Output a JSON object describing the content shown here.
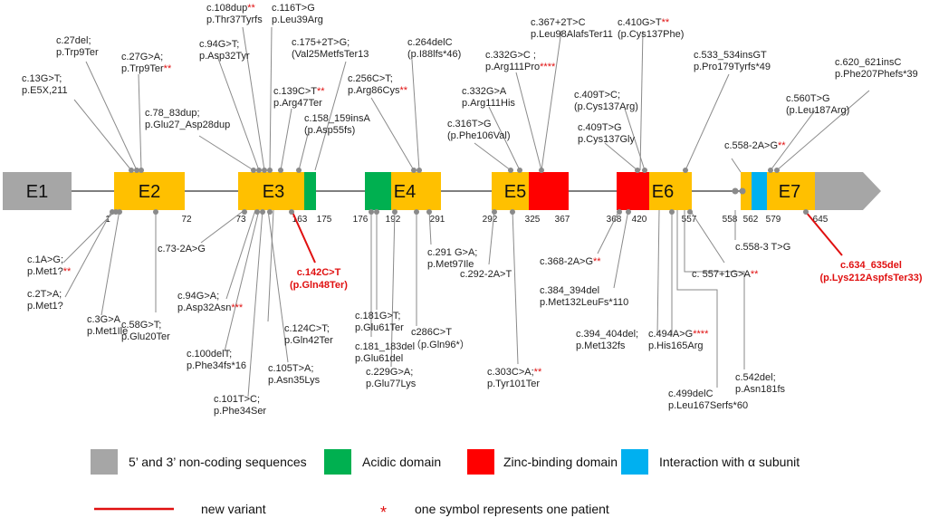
{
  "exons": [
    {
      "name": "E1"
    },
    {
      "name": "E2"
    },
    {
      "name": "E3"
    },
    {
      "name": "E4"
    },
    {
      "name": "E5"
    },
    {
      "name": "E6"
    },
    {
      "name": "E7"
    }
  ],
  "positions": [
    "1",
    "72",
    "73",
    "163",
    "175",
    "176",
    "192",
    "291",
    "292",
    "325",
    "367",
    "368",
    "420",
    "557",
    "558",
    "562",
    "579",
    "645"
  ],
  "variants_top": [
    {
      "l1": "c.13G>T;",
      "l2": "p.E5X,211",
      "s": ""
    },
    {
      "l1": "c.27del;",
      "l2": "p.Trp9Ter",
      "s": ""
    },
    {
      "l1": "c.27G>A;",
      "l2": "p.Trp9Ter",
      "s": "**"
    },
    {
      "l1": "c.78_83dup;",
      "l2": "p.Glu27_Asp28dup",
      "s": ""
    },
    {
      "l1": "c.94G>T;",
      "l2": "p.Asp32Tyr",
      "s": ""
    },
    {
      "l1": "c.108dup",
      "l2": "p.Thr37Tyrfs",
      "s": "**"
    },
    {
      "l1": "c.116T>G",
      "l2": "p.Leu39Arg",
      "s": ""
    },
    {
      "l1": "c.139C>T",
      "l2": "p.Arg47Ter",
      "s": "**"
    },
    {
      "l1": "c.175+2T>G;",
      "l2": "(Val25MetfsTer13",
      "s": ""
    },
    {
      "l1": "c.158_159insA",
      "l2": "(p.Asp55fs)",
      "s": ""
    },
    {
      "l1": "c.256C>T;",
      "l2": "p.Arg86Cys",
      "s": "**"
    },
    {
      "l1": "c.264delC",
      "l2": "(p.I88lfs*46)",
      "s": ""
    },
    {
      "l1": "c.332G>C ;",
      "l2": "p.Arg111Pro",
      "s": "****"
    },
    {
      "l1": "c.332G>A",
      "l2": "p.Arg111His",
      "s": ""
    },
    {
      "l1": "c.316T>G",
      "l2": "(p.Phe106Val)",
      "s": ""
    },
    {
      "l1": "c.367+2T>C",
      "l2": "p.Leu98AlafsTer11",
      "s": ""
    },
    {
      "l1": "c.410G>T",
      "l2": "(p.Cys137Phe)",
      "s": "**"
    },
    {
      "l1": "c.409T>C;",
      "l2": "(p.Cys137Arg)",
      "s": ""
    },
    {
      "l1": "c.409T>G",
      "l2": "p.Cys137Gly",
      "s": ""
    },
    {
      "l1": "c.533_534insGT",
      "l2": "p.Pro179Tyrfs*49",
      "s": ""
    },
    {
      "l1": "c.560T>G",
      "l2": "(p.Leu187Arg)",
      "s": ""
    },
    {
      "l1": "c.620_621insC",
      "l2": "p.Phe207Phefs*39",
      "s": ""
    },
    {
      "l1": "c.558-2A>G",
      "l2": "",
      "s": "**"
    }
  ],
  "variants_bottom": [
    {
      "l1": "c.1A>G;",
      "l2": "p.Met1?",
      "s": "**"
    },
    {
      "l1": "c.2T>A;",
      "l2": "p.Met1?",
      "s": ""
    },
    {
      "l1": "c.3G>A",
      "l2": "p.Met1Ile",
      "s": ""
    },
    {
      "l1": "c.58G>T;",
      "l2": "p.Glu20Ter",
      "s": ""
    },
    {
      "l1": "c.73-2A>G",
      "l2": "",
      "s": ""
    },
    {
      "l1": "c.94G>A;",
      "l2": "p.Asp32Asn",
      "s": "***"
    },
    {
      "l1": "c.100delT;",
      "l2": "p.Phe34fs*16",
      "s": ""
    },
    {
      "l1": "c.101T>C;",
      "l2": "p.Phe34Ser",
      "s": ""
    },
    {
      "l1": "c.105T>A;",
      "l2": "p.Asn35Lys",
      "s": ""
    },
    {
      "l1": "c.124C>T;",
      "l2": "p.Gln42Ter",
      "s": ""
    },
    {
      "l1": "c.181G>T;",
      "l2": "p.Glu61Ter",
      "s": ""
    },
    {
      "l1": "c.181_183del",
      "l2": "p.Glu61del",
      "s": ""
    },
    {
      "l1": "c.229G>A;",
      "l2": "p.Glu77Lys",
      "s": ""
    },
    {
      "l1": "c286C>T",
      "l2": "（p.Gln96*）",
      "s": ""
    },
    {
      "l1": "c.291 G>A;",
      "l2": "p.Met97Ile",
      "s": ""
    },
    {
      "l1": "c.292-2A>T",
      "l2": "",
      "s": ""
    },
    {
      "l1": "c.303C>A;",
      "l2": "p.Tyr101Ter",
      "s": "**"
    },
    {
      "l1": "c.368-2A>G",
      "l2": "",
      "s": "**"
    },
    {
      "l1": "c.384_394del",
      "l2": "p.Met132LeuFs*110",
      "s": ""
    },
    {
      "l1": "c.394_404del;",
      "l2": "p.Met132fs",
      "s": ""
    },
    {
      "l1": "c.494A>G",
      "l2": "p.His165Arg",
      "s": "****"
    },
    {
      "l1": "c.499delC",
      "l2": "p.Leu167Serfs*60",
      "s": ""
    },
    {
      "l1": "c.542del;",
      "l2": "p.Asn181fs",
      "s": ""
    },
    {
      "l1": "c. 557+1G>A",
      "l2": "",
      "s": "**"
    },
    {
      "l1": "c.558-3 T>G",
      "l2": "",
      "s": ""
    }
  ],
  "new_variants": [
    {
      "l1": "c.142C>T",
      "l2": "(p.Gln48Ter)"
    },
    {
      "l1": "c.634_635del",
      "l2": "(p.Lys212AspfsTer33)"
    }
  ],
  "legend": {
    "noncoding": "5’ and 3’ non-coding sequences",
    "acidic": "Acidic domain",
    "zinc": "Zinc-binding domain",
    "interaction": "Interaction with α subunit",
    "new_variant": "new variant",
    "star_symbol": "*",
    "star_text": "one symbol represents one patient"
  },
  "colors": {
    "exon": "#ffc000",
    "noncoding": "#a6a6a6",
    "acidic": "#00b050",
    "zinc": "#ff0000",
    "interaction": "#00b0f0",
    "new_variant": "#e01010",
    "connector": "#8a8a8a"
  }
}
